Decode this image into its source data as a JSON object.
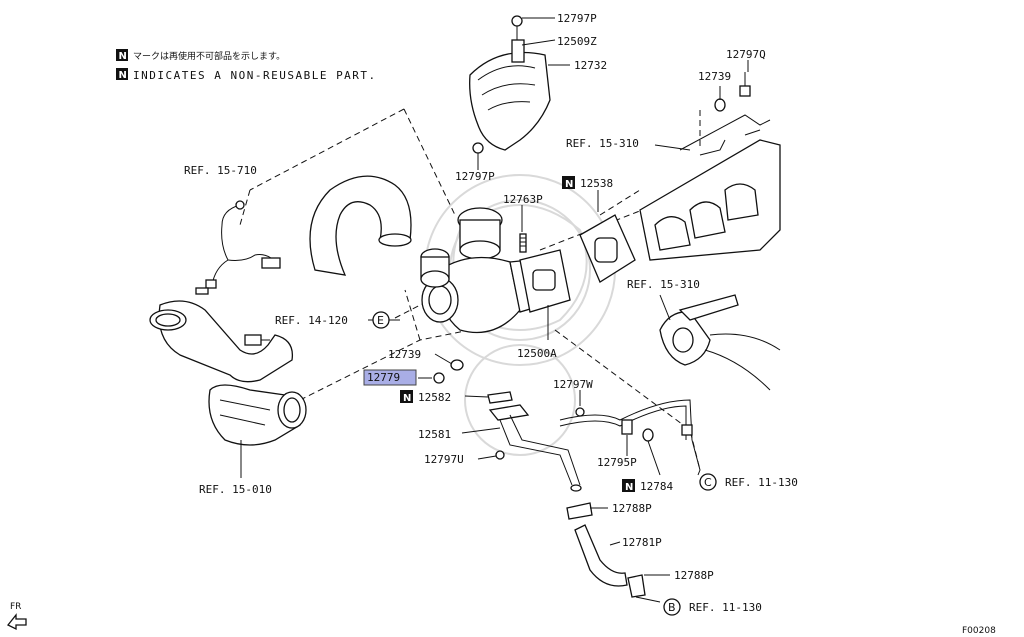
{
  "notes": {
    "jp": "マークは再使用不可部品を示します。",
    "en": "INDICATES A NON-REUSABLE PART.",
    "badge": "N"
  },
  "labels": {
    "p12797P_top": "12797P",
    "p12509Z": "12509Z",
    "p12732": "12732",
    "p12797Q": "12797Q",
    "p12739_top": "12739",
    "ref15_310_top": "REF. 15-310",
    "ref15_710": "REF. 15-710",
    "p12797P_mid": "12797P",
    "p12538": "12538",
    "p12763P": "12763P",
    "ref15_310_mid": "REF. 15-310",
    "ref14_120": "REF. 14-120",
    "circle_E": "E",
    "p12500A": "12500A",
    "p12739_mid": "12739",
    "p12779": "12779",
    "p12797W": "12797W",
    "p12582": "12582",
    "p12581": "12581",
    "p12797U": "12797U",
    "p12795P": "12795P",
    "p12784": "12784",
    "circle_C": "C",
    "ref11_130_c": "REF. 11-130",
    "ref15_010": "REF. 15-010",
    "p12788P_top": "12788P",
    "p12781P": "12781P",
    "p12788P_bot": "12788P",
    "circle_B": "B",
    "ref11_130_b": "REF. 11-130",
    "fr": "FR",
    "fig_code": "F00208"
  },
  "colors": {
    "highlight": "#a9aee6",
    "line": "#111111",
    "badge_bg": "#111111"
  }
}
